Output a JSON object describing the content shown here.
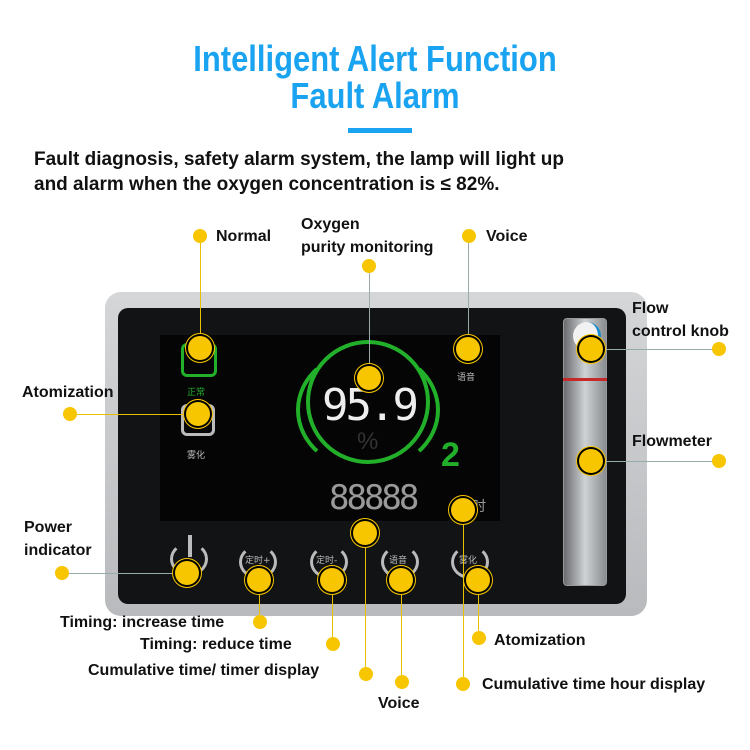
{
  "header": {
    "title_line1": "Intelligent Alert Function",
    "title_line2": "Fault Alarm",
    "description_line1": "Fault diagnosis, safety alarm system, the lamp will light up",
    "description_line2": "and alarm when the oxygen concentration is ≤ 82%."
  },
  "device": {
    "oxygen_value": "95.9",
    "percent": "%",
    "o2_subscript": "2",
    "timer_display": "88888",
    "hour_unit": "时",
    "normal_cn": "正常",
    "atomization_cn": "雾化",
    "voice_cn": "语音",
    "buttons": [
      "定时+",
      "定时-",
      "语音",
      "雾化"
    ]
  },
  "callouts": {
    "normal": "Normal",
    "oxygen_1": "Oxygen",
    "oxygen_2": "purity monitoring",
    "voice_top": "Voice",
    "flow_knob_1": "Flow",
    "flow_knob_2": "control knob",
    "flowmeter": "Flowmeter",
    "atomization_left": "Atomization",
    "power_1": "Power",
    "power_2": "indicator",
    "timing_increase": "Timing: increase time",
    "timing_reduce": "Timing: reduce time",
    "cumulative_timer": "Cumulative time/ timer display",
    "voice_bottom": "Voice",
    "atomization_bottom": "Atomization",
    "cumulative_hour": "Cumulative time hour display"
  },
  "colors": {
    "title": "#1aa3f0",
    "callout": "#f7c600",
    "screen_ring": "#22b02a"
  }
}
